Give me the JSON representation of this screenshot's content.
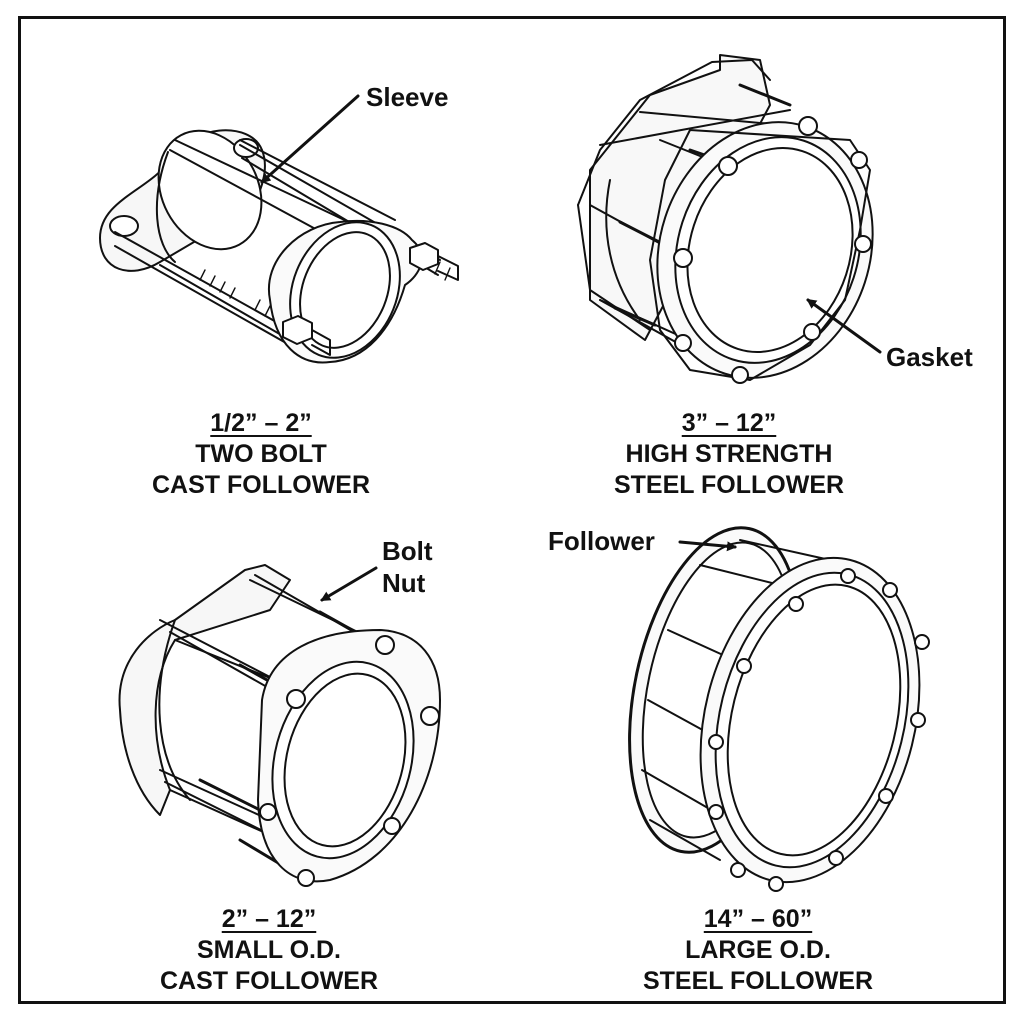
{
  "labels": {
    "sleeve": "Sleeve",
    "gasket": "Gasket",
    "bolt": "Bolt",
    "nut": "Nut",
    "follower": "Follower"
  },
  "items": [
    {
      "size": "1/2” – 2”",
      "line1": "TWO BOLT",
      "line2": "CAST FOLLOWER"
    },
    {
      "size": "3” – 12”",
      "line1": "HIGH STRENGTH",
      "line2": "STEEL FOLLOWER"
    },
    {
      "size": "2” – 12”",
      "line1": "SMALL O.D.",
      "line2": "CAST FOLLOWER"
    },
    {
      "size": "14” – 60”",
      "line1": "LARGE O.D.",
      "line2": "STEEL FOLLOWER"
    }
  ]
}
